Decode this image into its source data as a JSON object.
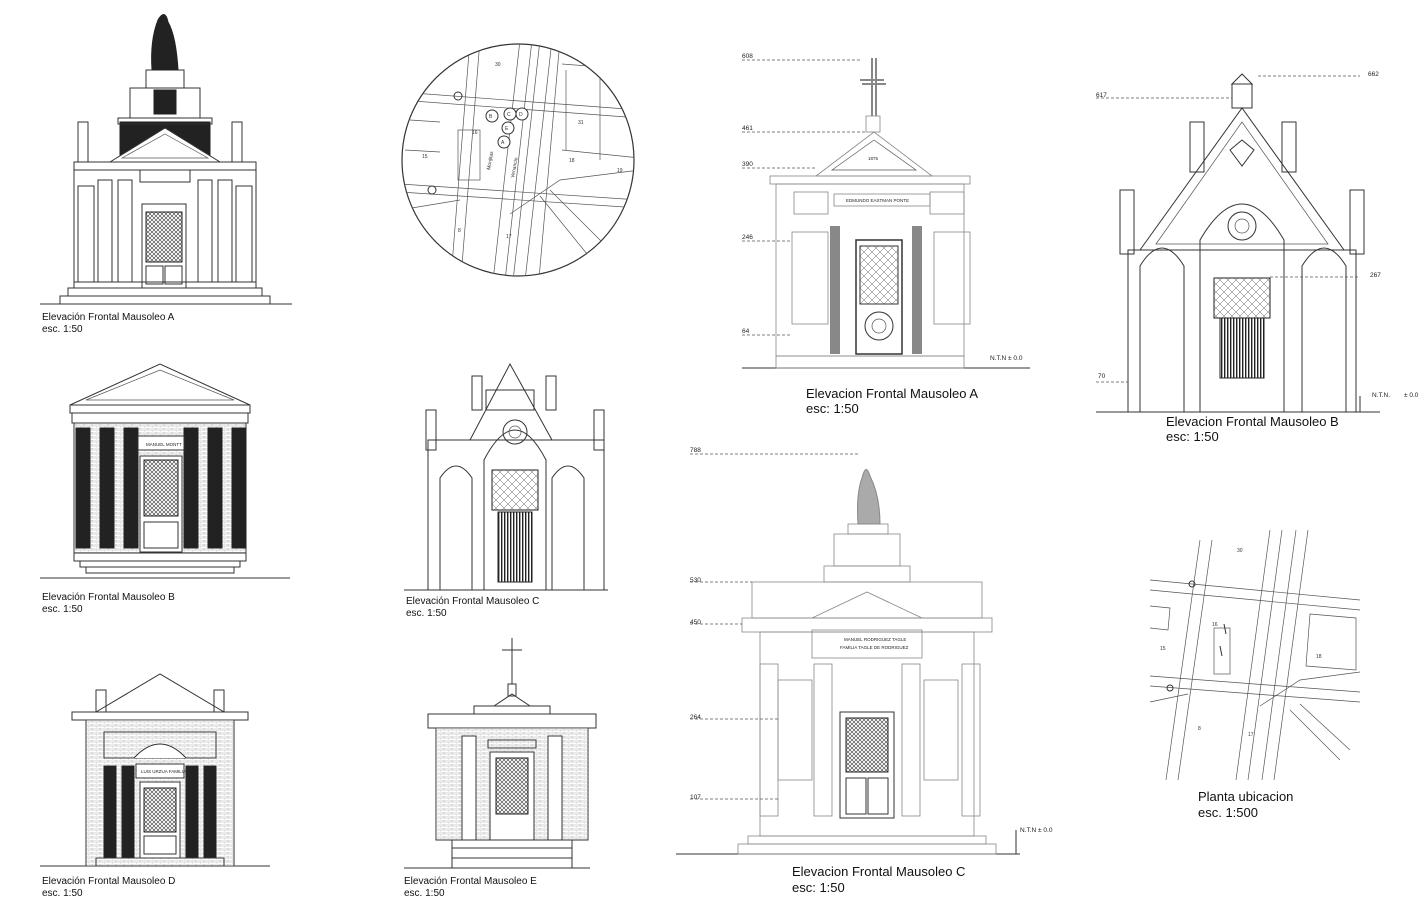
{
  "captions": {
    "a_small_title": "Elevación Frontal Mausoleo A",
    "a_small_scale": "esc. 1:50",
    "b_small_title": "Elevación Frontal Mausoleo B",
    "b_small_scale": "esc. 1:50",
    "c_small_title": "Elevación Frontal Mausoleo C",
    "c_small_scale": "esc. 1:50",
    "d_small_title": "Elevación Frontal Mausoleo D",
    "d_small_scale": "esc. 1:50",
    "e_small_title": "Elevación Frontal Mausoleo E",
    "e_small_scale": "esc. 1:50",
    "a_large_title": "Elevacion Frontal Mausoleo A",
    "a_large_scale": "esc: 1:50",
    "b_large_title": "Elevacion Frontal Mausoleo B",
    "b_large_scale": "esc: 1:50",
    "c_large_title": "Elevacion Frontal Mausoleo C",
    "c_large_scale": "esc: 1:50",
    "plan_title": "Planta ubicacion",
    "plan_scale": "esc. 1:500"
  },
  "inscriptions": {
    "b_small_name": "MANUEL MONTT",
    "d_small_name": "LUIS URZUA  FAMILIA",
    "a_large_year": "1875",
    "a_large_name": "EDMUNDO EASTMAN PONTE",
    "c_large_name_1": "MANUEL RODRIGUEZ TAGLE",
    "c_large_name_2": "FAMILIA TAGLE DE RODRIGUEZ"
  },
  "levels": {
    "a": [
      "608",
      "461",
      "390",
      "246",
      "64"
    ],
    "b": [
      "662",
      "617",
      "267",
      "70"
    ],
    "c": [
      "788",
      "530",
      "450",
      "264",
      "107"
    ],
    "ntn_a": "N.T.N ± 0.0",
    "ntn_b_label": "N.T.N.",
    "ntn_b_value": "± 0.0",
    "ntn_c": "N.T.N ± 0.0"
  },
  "map_circle": {
    "blocks": [
      "30",
      "16",
      "15",
      "31",
      "18",
      "19",
      "8",
      "17"
    ],
    "streets": [
      "Monjitas",
      "Venancio"
    ],
    "markers": [
      "A",
      "B",
      "C",
      "D",
      "E"
    ]
  },
  "map_plan": {
    "blocks": [
      "30",
      "16",
      "15",
      "18",
      "8",
      "17"
    ]
  }
}
